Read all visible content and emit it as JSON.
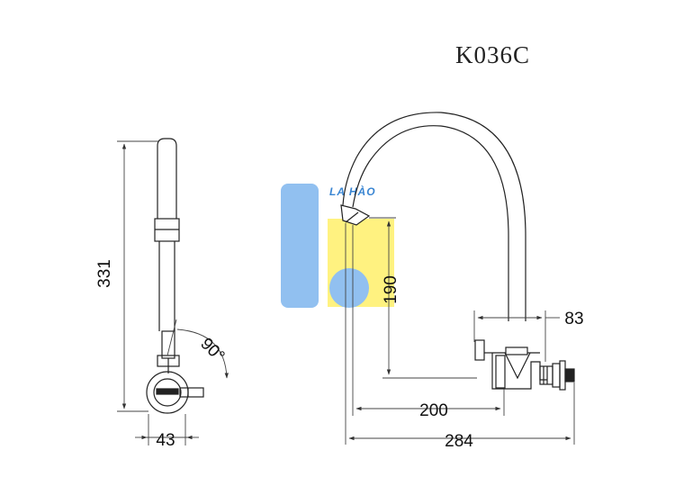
{
  "model_code": "K036C",
  "watermark": {
    "text": "LA HÀO",
    "colors": {
      "blue": "#2f7fd0",
      "light_blue": "#8cbdf0",
      "yellow": "#fff27a"
    }
  },
  "side_view": {
    "dim_height": "331",
    "dim_width": "43",
    "angle": "90°"
  },
  "front_view": {
    "dim_spout_drop": "190",
    "dim_body": "83",
    "dim_reach": "200",
    "dim_total": "284"
  },
  "colors": {
    "line": "#222222",
    "dim": "#444444"
  }
}
